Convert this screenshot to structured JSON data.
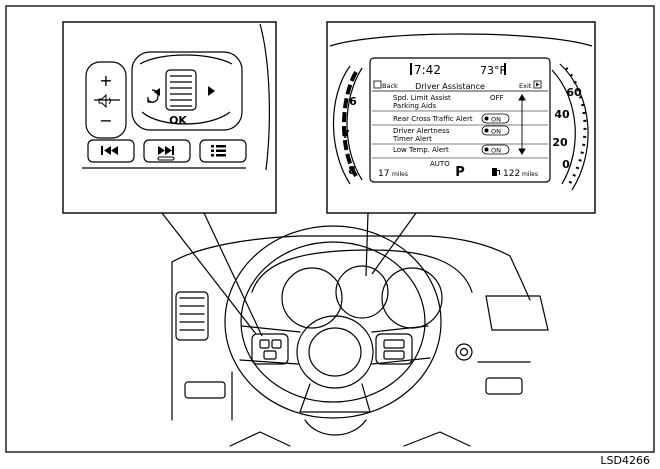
{
  "figure_id": "LSD4266",
  "switch_panel": {
    "plus": "+",
    "minus": "−",
    "ok": "OK"
  },
  "display": {
    "time": "7:42",
    "temperature": "73°F",
    "back": "Back",
    "exit": "Exit",
    "title": "Driver Assistance",
    "menu": [
      {
        "label": "Spd. Limit Assist",
        "value": "OFF"
      },
      {
        "label": "Parking Aids",
        "value": ""
      },
      {
        "label": "Rear Cross Traffic Alert",
        "value": "ON"
      },
      {
        "label": "Driver Alertness",
        "value": "ON"
      },
      {
        "label": "Timer Alert",
        "value": ""
      },
      {
        "label": "Low Temp. Alert",
        "value": "ON"
      }
    ],
    "mode": "AUTO",
    "gear": "P",
    "range_left_value": "17",
    "range_left_unit": "miles",
    "range_right_value": "122",
    "range_right_unit": "miles",
    "tach_ticks": [
      "6",
      "7",
      "8"
    ],
    "speed_ticks": [
      "60",
      "40",
      "20",
      "0"
    ]
  }
}
